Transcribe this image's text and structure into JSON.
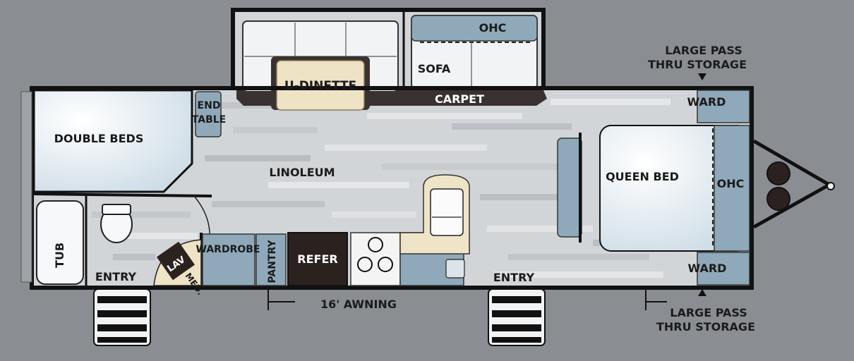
{
  "labels": {
    "u_dinette": "U-DINETTE",
    "sofa": "SOFA",
    "ohc_top": "OHC",
    "carpet": "CARPET",
    "end_table": [
      "END",
      "TABLE"
    ],
    "double_beds": "DOUBLE BEDS",
    "linoleum": "LINOLEUM",
    "queen_bed": "QUEEN BED",
    "ohc_right": "OHC",
    "ward_top": "WARD",
    "ward_bottom": "WARD",
    "pass_thru_top": [
      "LARGE PASS",
      "THRU STORAGE"
    ],
    "pass_thru_bottom": [
      "LARGE PASS",
      "THRU STORAGE"
    ],
    "tub": "TUB",
    "lav": "LAV",
    "med": "MED.",
    "wardrobe": "WARDROBE",
    "pantry": "PANTRY",
    "refer": "REFER",
    "entry_left": "ENTRY",
    "entry_right": "ENTRY",
    "awning": "16' AWNING"
  },
  "colors": {
    "background": "#8a8e93",
    "wall": "#111111",
    "floor": "#d3d6d9",
    "bed": "#dde7ee",
    "cabinet": "#8fa9ba",
    "carpet": "#3a3230",
    "dinette_table": "#efe3c6",
    "counter": "#efe4c8",
    "refer": "#2b2220"
  }
}
